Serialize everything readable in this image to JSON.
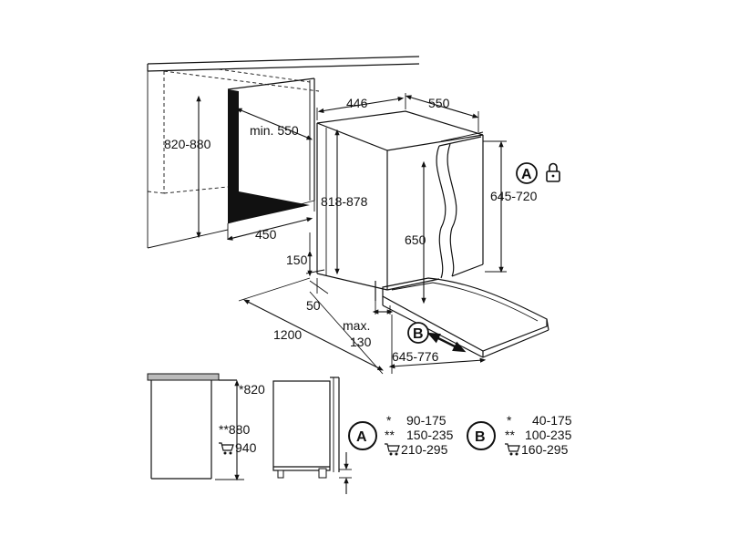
{
  "dimensions": {
    "cabinet_height": "820-880",
    "min_depth": "min. 550",
    "opening_width": "450",
    "top_width": "446",
    "top_depth": "550",
    "appliance_height": "818-878",
    "door_height": "645-720",
    "inner_height": "650",
    "plinth_height": "150",
    "plinth_depth": "50",
    "total_depth": "1200",
    "max_label": "max.",
    "max_value": "130",
    "door_travel": "645-776"
  },
  "callouts": {
    "a_letter": "A",
    "b_letter": "B",
    "lock_icon": "padlock-icon"
  },
  "side_view": {
    "h1": "*820",
    "h2": "**880",
    "h3": "940"
  },
  "tables": {
    "a": {
      "letter": "A",
      "rows": [
        {
          "mark": "*",
          "value": "90-175"
        },
        {
          "mark": "**",
          "value": "150-235"
        },
        {
          "mark": "cart",
          "value": "210-295"
        }
      ]
    },
    "b": {
      "letter": "B",
      "rows": [
        {
          "mark": "*",
          "value": "40-175"
        },
        {
          "mark": "**",
          "value": "100-235"
        },
        {
          "mark": "cart",
          "value": "160-295"
        }
      ]
    }
  }
}
